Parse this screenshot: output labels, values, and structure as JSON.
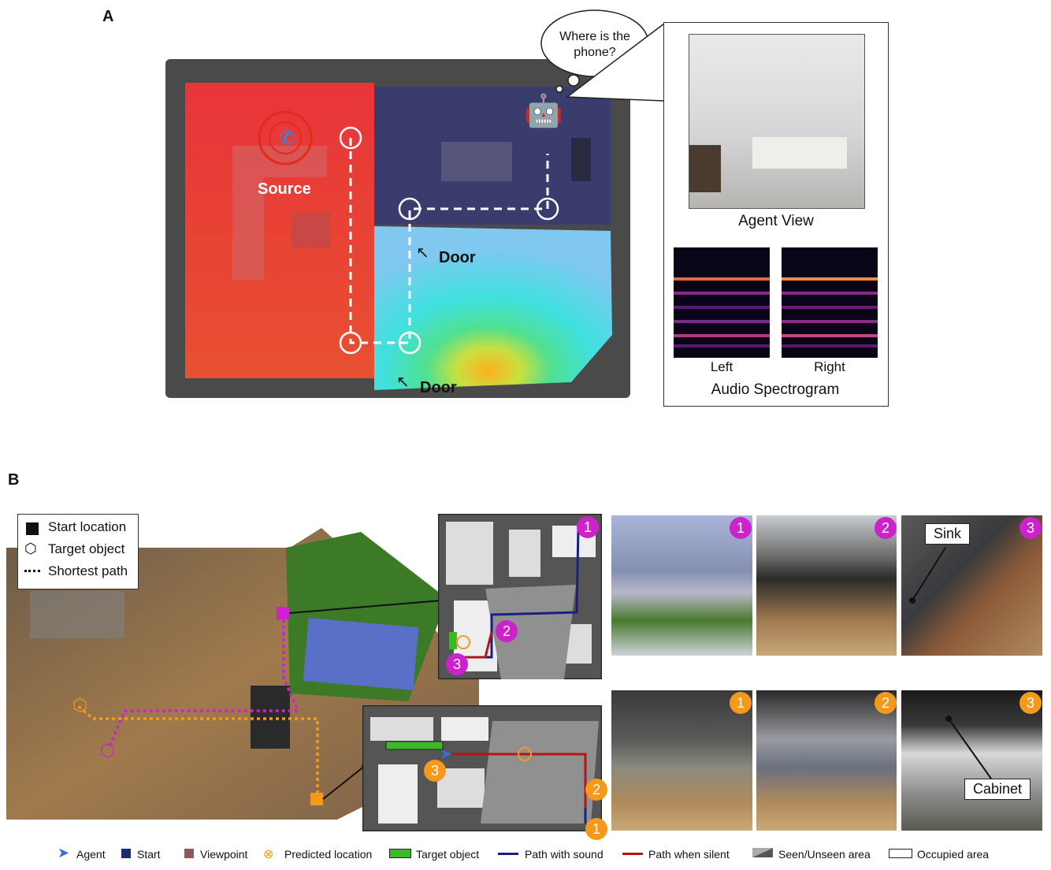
{
  "panel_a": {
    "letter": "A",
    "thought_text": "Where is the phone?",
    "source_label": "Source",
    "door_label_1": "Door",
    "door_label_2": "Door",
    "agent_view_label": "Agent View",
    "left_label": "Left",
    "right_label": "Right",
    "spectrogram_label": "Audio Spectrogram"
  },
  "panel_b": {
    "letter": "B",
    "legend_box": {
      "start": "Start location",
      "target": "Target object",
      "path": "Shortest path"
    },
    "photo_numbers": [
      "1",
      "2",
      "3"
    ],
    "map_numbers_top": [
      "1",
      "2",
      "3"
    ],
    "map_numbers_bottom": [
      "1",
      "2",
      "3"
    ],
    "sink_label": "Sink",
    "cabinet_label": "Cabinet",
    "bottom_legend": {
      "agent": "Agent",
      "start": "Start",
      "viewpoint": "Viewpoint",
      "predicted": "Predicted location",
      "target": "Target object",
      "path_sound": "Path with sound",
      "path_silent": "Path when silent",
      "seen": "Seen/Unseen area",
      "occupied": "Occupied area"
    },
    "colors": {
      "magenta": "#cc22cc",
      "orange": "#f39a1c",
      "path_sound": "#1a1f80",
      "path_silent": "#b01818",
      "target_green": "#3cb828"
    }
  }
}
